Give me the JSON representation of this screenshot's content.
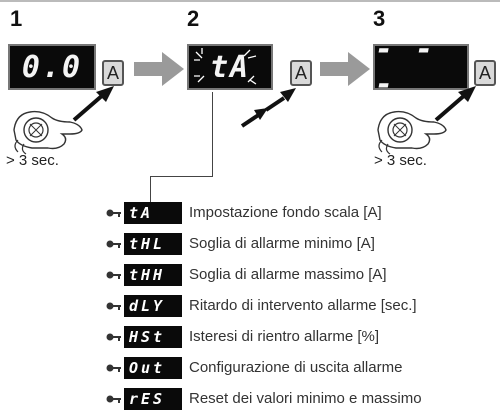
{
  "steps": [
    {
      "number": "1",
      "display_text": "0.0",
      "button_label": "A",
      "hold_time": "> 3 sec."
    },
    {
      "number": "2",
      "display_text": "tA",
      "button_label": "A"
    },
    {
      "number": "3",
      "display_text": "- - -",
      "button_label": "A",
      "hold_time": "> 3 sec."
    }
  ],
  "menu": [
    {
      "code": "tA",
      "label": "Impostazione fondo scala [A]"
    },
    {
      "code": "tHL",
      "label": "Soglia di allarme minimo [A]"
    },
    {
      "code": "tHH",
      "label": "Soglia di allarme massimo [A]"
    },
    {
      "code": "dLY",
      "label": "Ritardo di intervento allarme [sec.]"
    },
    {
      "code": "HSt",
      "label": "Isteresi di rientro allarme [%]"
    },
    {
      "code": "Out",
      "label": "Configurazione di uscita allarme"
    },
    {
      "code": "rES",
      "label": "Reset dei valori minimo e massimo"
    }
  ],
  "icons": {
    "arrow": "gray-right-arrow-icon",
    "knob": "hand-turning-knob-icon",
    "key": "key-icon",
    "blink": "blink-lines-icon",
    "push": "push-arrow-icon"
  }
}
